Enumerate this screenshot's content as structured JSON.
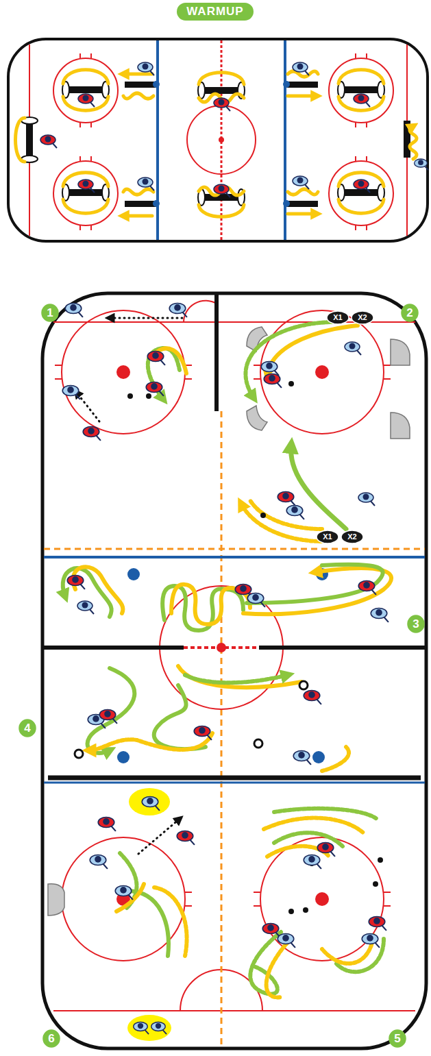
{
  "diagram": {
    "title": "WARMUP",
    "nodes": [
      {
        "text": [
          "1"
        ]
      },
      {
        "text": [
          "X1"
        ]
      },
      {
        "text": [
          "X2"
        ]
      },
      {
        "text": [
          "2"
        ]
      },
      {
        "text": [
          "X1"
        ]
      },
      {
        "text": [
          "X2"
        ]
      },
      {
        "text": [
          "3"
        ]
      },
      {
        "text": [
          "4"
        ]
      },
      {
        "text": [
          "6"
        ]
      },
      {
        "text": [
          "5"
        ]
      }
    ]
  }
}
